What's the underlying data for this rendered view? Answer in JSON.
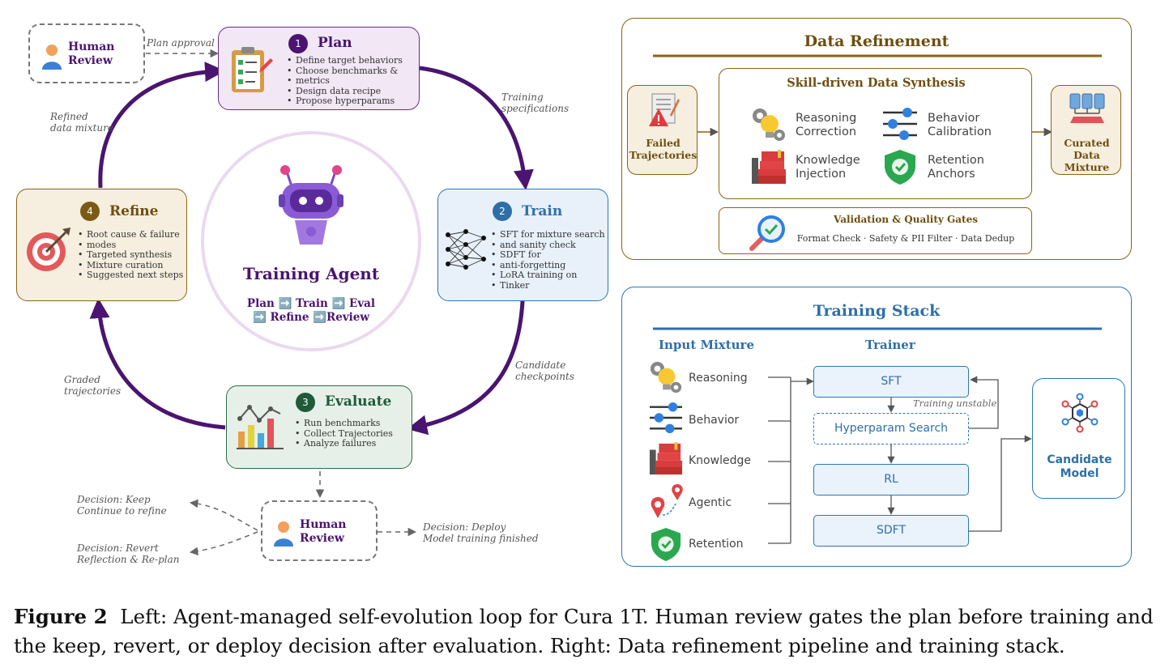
{
  "loop": {
    "human_top": {
      "line1": "Human",
      "line2": "Review"
    },
    "plan_approval": "Plan approval",
    "plan": {
      "num": "1",
      "title": "Plan",
      "items": [
        "Define target behaviors",
        "Choose benchmarks &",
        "metrics",
        "Design data recipe",
        "Propose hyperparams"
      ]
    },
    "train": {
      "num": "2",
      "title": "Train",
      "items": [
        "SFT for mixture search",
        "and sanity check",
        "SDFT for",
        "anti-forgetting",
        "LoRA training on",
        "Tinker"
      ]
    },
    "evaluate": {
      "num": "3",
      "title": "Evaluate",
      "items": [
        "Run benchmarks",
        "Collect Trajectories",
        "Analyze failures"
      ]
    },
    "refine": {
      "num": "4",
      "title": "Refine",
      "items": [
        "Root cause & failure",
        "modes",
        "Targeted synthesis",
        "Mixture curation",
        "Suggested next steps"
      ]
    },
    "agent": {
      "title": "Training Agent",
      "line1": "Plan ➡️ Train ➡️ Eval",
      "line2": "➡️ Refine ➡️Review"
    },
    "edges": {
      "training_specs": [
        "Training",
        "specifications"
      ],
      "candidate_checkpoints": [
        "Candidate",
        "checkpoints"
      ],
      "graded_trajectories": [
        "Graded",
        "trajectories"
      ],
      "refined_mixture": [
        "Refined",
        "data mixture"
      ]
    },
    "human_bottom": {
      "line1": "Human",
      "line2": "Review"
    },
    "decisions": {
      "keep": [
        "Decision: Keep",
        "Continue to refine"
      ],
      "revert": [
        "Decision: Revert",
        "Reflection & Re-plan"
      ],
      "deploy": [
        "Decision: Deploy",
        "Model training finished"
      ]
    }
  },
  "data_refinement": {
    "title": "Data Refinement",
    "failed": [
      "Failed",
      "Trajectories"
    ],
    "synthesis_title": "Skill-driven Data Synthesis",
    "skills": [
      {
        "line1": "Reasoning",
        "line2": "Correction",
        "icon": "lightbulb-gear-icon"
      },
      {
        "line1": "Behavior",
        "line2": "Calibration",
        "icon": "sliders-icon"
      },
      {
        "line1": "Knowledge",
        "line2": "Injection",
        "icon": "books-icon"
      },
      {
        "line1": "Retention",
        "line2": "Anchors",
        "icon": "shield-check-icon"
      }
    ],
    "curated": [
      "Curated",
      "Data Mixture"
    ],
    "validation_title": "Validation & Quality Gates",
    "validation_items": "Format Check · Safety & PII Filter · Data Dedup"
  },
  "training_stack": {
    "title": "Training Stack",
    "input_header": "Input Mixture",
    "trainer_header": "Trainer",
    "inputs": [
      "Reasoning",
      "Behavior",
      "Knowledge",
      "Agentic",
      "Retention"
    ],
    "sft": "SFT",
    "hyper": "Hyperparam Search",
    "unstable": "Training unstable",
    "rl": "RL",
    "sdft": "SDFT",
    "candidate": [
      "Candidate",
      "Model"
    ]
  },
  "caption": {
    "label": "Figure 2",
    "text": "Left: Agent-managed self-evolution loop for Cura 1T. Human review gates the plan before training and the keep, revert, or deploy decision after evaluation. Right: Data refinement pipeline and training stack."
  },
  "colors": {
    "purple": "#4a1470",
    "blue": "#2f6fa8",
    "brown": "#8a6413",
    "green": "#1f5a3a"
  }
}
